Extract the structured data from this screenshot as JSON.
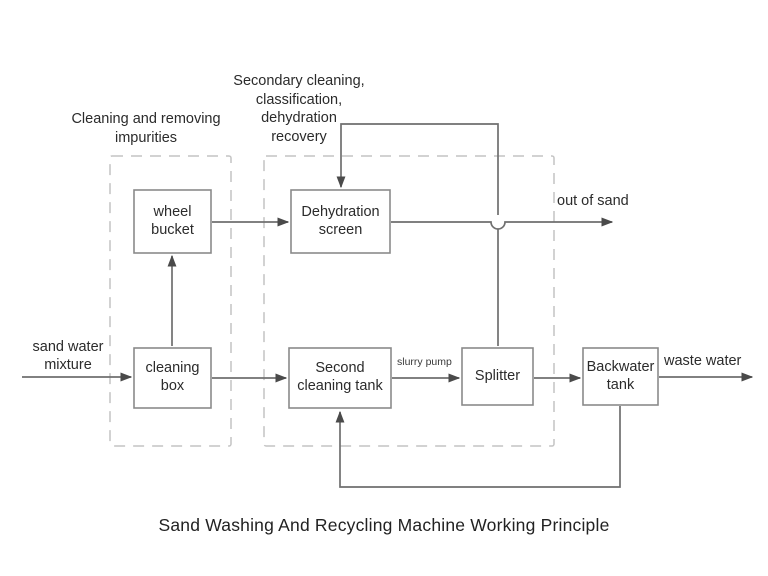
{
  "figure": {
    "title": "Sand Washing And Recycling Machine Working Principle"
  },
  "groups": [
    {
      "id": "group-cleaning",
      "label": "Cleaning and removing\nimpurities"
    },
    {
      "id": "group-secondary",
      "label": "Secondary cleaning,\nclassification,\ndehydration\nrecovery"
    }
  ],
  "nodes": [
    {
      "id": "wheel-bucket",
      "label": "wheel\nbucket"
    },
    {
      "id": "dehydration-screen",
      "label": "Dehydration\nscreen"
    },
    {
      "id": "cleaning-box",
      "label": "cleaning\nbox"
    },
    {
      "id": "second-cleaning-tank",
      "label": "Second\ncleaning tank"
    },
    {
      "id": "splitter",
      "label": "Splitter"
    },
    {
      "id": "backwater-tank",
      "label": "Backwater\ntank"
    }
  ],
  "io_labels": {
    "input_sand_water": "sand water\nmixture",
    "output_sand": "out of sand",
    "output_waste_water": "waste water"
  },
  "edge_labels": {
    "slurry_pump": "slurry pump"
  },
  "colors": {
    "box_stroke": "#8a8a8a",
    "line": "#6f6f6f",
    "dashed_group": "#c4c4c4",
    "text": "#2b2b2b",
    "background": "#ffffff"
  }
}
